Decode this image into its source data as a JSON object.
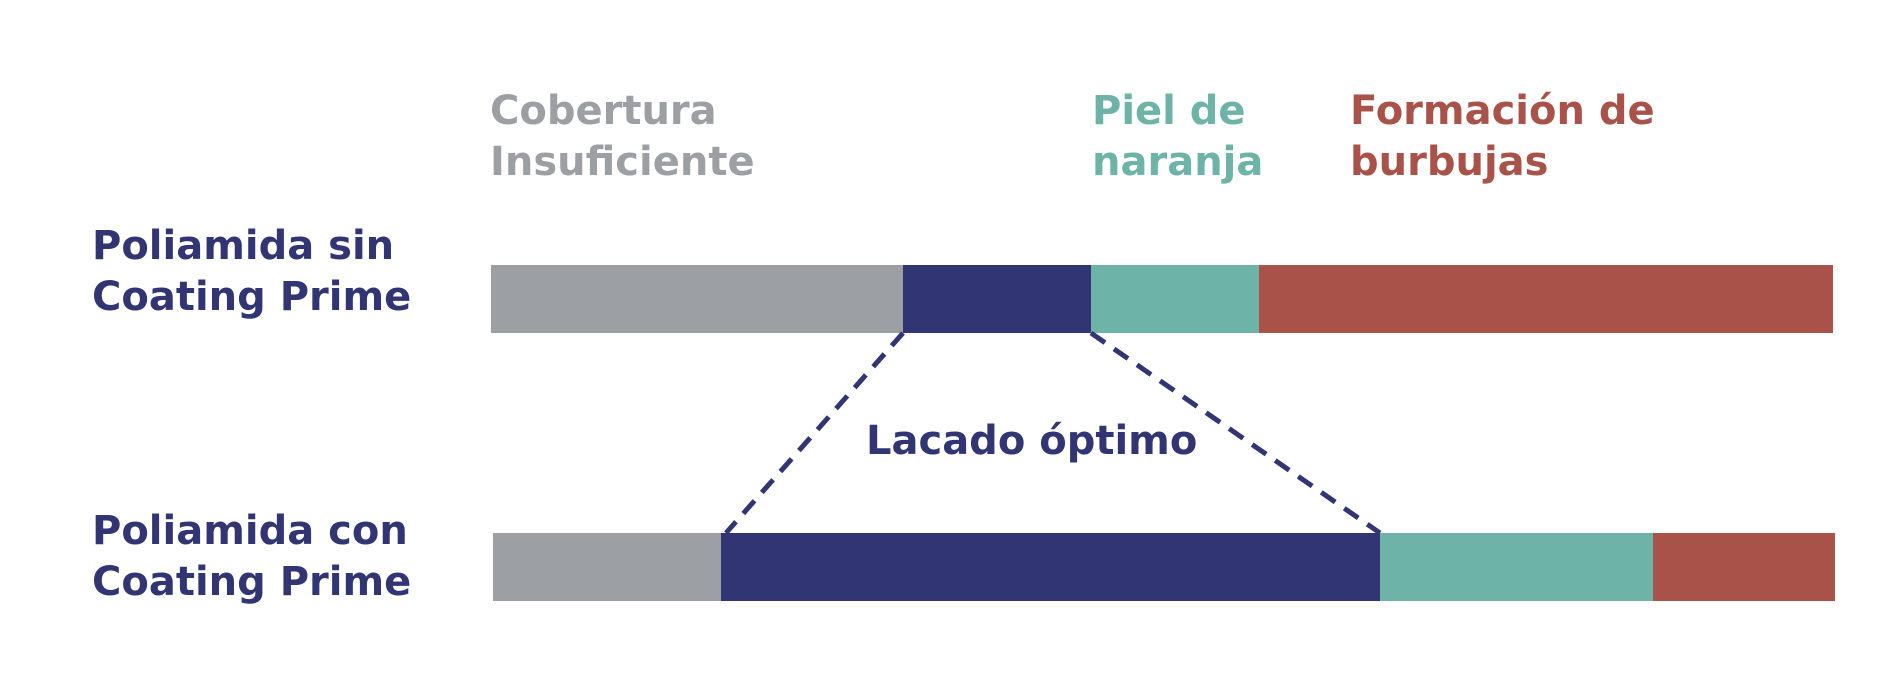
{
  "colors": {
    "insufficient": "#9c9fa3",
    "optimal": "#313574",
    "orange_peel": "#6db3a8",
    "bubbles": "#a85249",
    "row_label": "#313574"
  },
  "zones": {
    "insufficient": {
      "line1": "Cobertura",
      "line2": "Insuficiente"
    },
    "orange_peel": {
      "line1": "Piel de",
      "line2": "naranja"
    },
    "bubbles": {
      "line1": "Formación de",
      "line2": "burbujas"
    }
  },
  "rows": {
    "without": {
      "line1": "Poliamida sin",
      "line2": "Coating Prime"
    },
    "with": {
      "line1": "Poliamida con",
      "line2": "Coating Prime"
    }
  },
  "optimal_label": "Lacado óptimo"
}
